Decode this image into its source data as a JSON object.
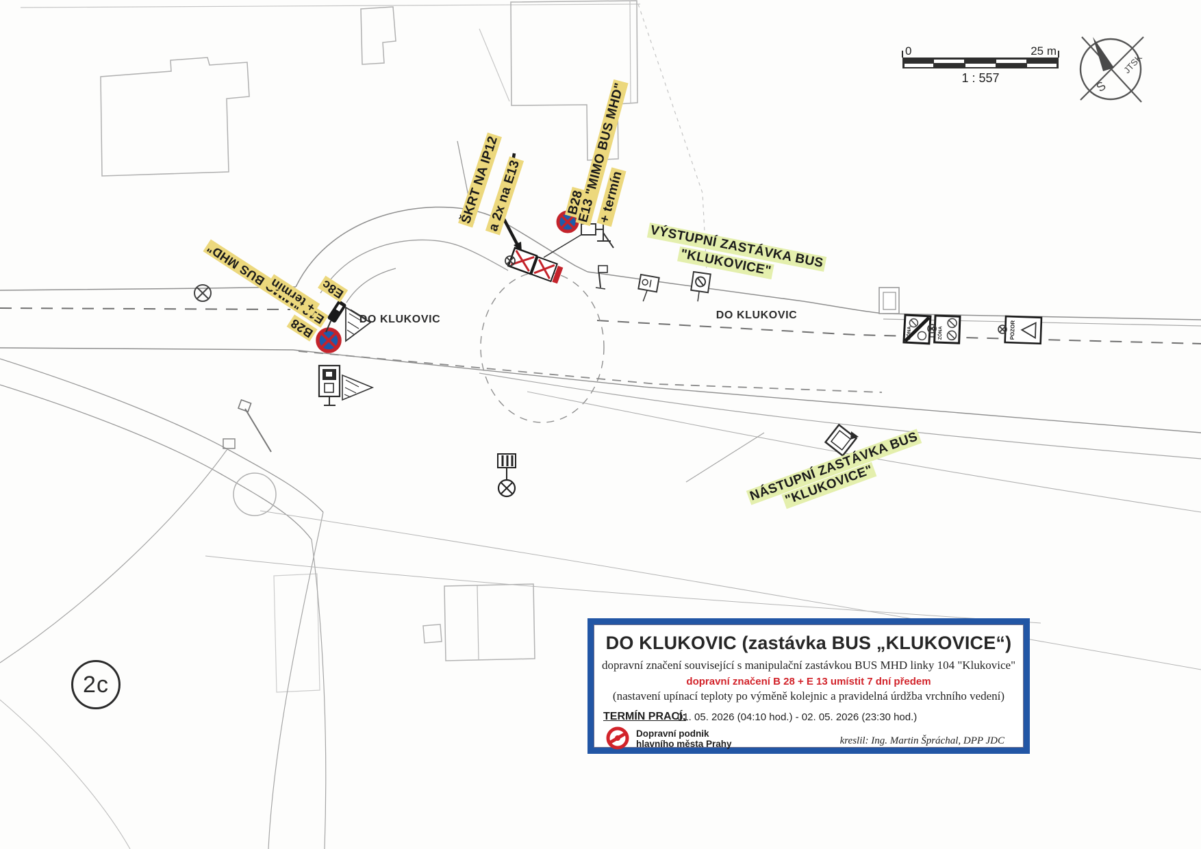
{
  "map": {
    "road_label_left": "DO KLUKOVIC",
    "road_label_right": "DO KLUKOVIC",
    "annotations": {
      "skrt_line1": "ŠKRT NA IP12",
      "skrt_line2": "a 2x na E13",
      "b28_right_line1": "B28",
      "b28_right_line2": "E13 \"MIMO BUS MHD\"",
      "b28_right_line3": "+ termín",
      "b28_left_line1": "B28",
      "b28_left_line2": "E13 \"MIMO BUS MHD\"",
      "b28_left_line3": "+ termín",
      "b28_left_line4": "E8c",
      "vystupni_line1": "VÝSTUPNÍ ZASTÁVKA BUS",
      "vystupni_line2": "\"KLUKOVICE\"",
      "nastupni_line1": "NÁSTUPNÍ ZASTÁVKA BUS",
      "nastupni_line2": "\"KLUKOVICE\""
    },
    "signs": {
      "zone_a_label": "ZÓNA",
      "zone_b_label": "ZÓNA",
      "pozor_label": "POZOR"
    }
  },
  "scale_bar": {
    "start": "0",
    "end": "25 m",
    "ratio": "1 : 557"
  },
  "compass": {
    "south": "S",
    "datum": "JTSK"
  },
  "sheet": {
    "number": "2c"
  },
  "title_block": {
    "title": "DO KLUKOVIC (zastávka BUS „KLUKOVICE“)",
    "subtitle": "dopravní značení související s manipulační zastávkou BUS MHD linky 104 \"Klukovice\"",
    "warning": "dopravní značení B 28 + E 13 umístit 7 dní předem",
    "note": "(nastavení upínací teploty po výměně kolejnic a pravidelná úrdžba vrchního vedení)",
    "term_label": "TERMÍN PRACÍ:",
    "term_value": "01. 05. 2026 (04:10 hod.) - 02. 05. 2026 (23:30 hod.)",
    "company_line1": "Dopravní podnik",
    "company_line2": "hlavního města Prahy",
    "author": "kreslil: Ing. Martin Špráchal, DPP JDC"
  },
  "colors": {
    "highlight_yellow": "#ecd87d",
    "highlight_green": "#e4efad",
    "sign_red": "#c4232b",
    "sign_blue": "#1d5bab",
    "frame_blue": "#2256a5",
    "warning_red": "#d2232a"
  }
}
